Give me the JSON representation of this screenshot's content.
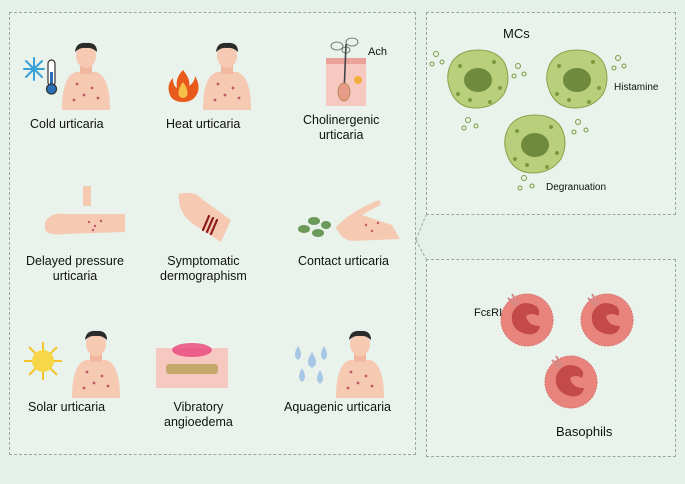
{
  "urticaria_types": {
    "cold": "Cold urticaria",
    "heat": "Heat urticaria",
    "cholinergic": [
      "Cholinergenic",
      "urticaria"
    ],
    "delayed_pressure": [
      "Delayed pressure",
      "urticaria"
    ],
    "dermographism": [
      "Symptomatic",
      "dermographism"
    ],
    "contact": "Contact urticaria",
    "solar": "Solar urticaria",
    "vibratory": [
      "Vibratory",
      "angioedema"
    ],
    "aquagenic": "Aquagenic urticaria"
  },
  "annotations": {
    "ach": "Ach",
    "mcs": "MCs",
    "histamine": "Histamine",
    "degranuation": "Degranuation",
    "fceri": "FcεRI",
    "basophils": "Basophils"
  },
  "icons": [
    "snowflake-thermometer-icon",
    "flame-icon",
    "skin-follicle-icon",
    "pressed-arm-icon",
    "scratched-wrist-icon",
    "plant-hand-icon",
    "sun-icon",
    "vibration-skin-icon",
    "water-drops-icon",
    "person-torso-icon",
    "mast-cell-icon",
    "basophil-icon"
  ],
  "colors": {
    "background": "#e6f0ea",
    "skin": "#f6c9b3",
    "rash": "#c05a6a",
    "mast_cell": "#b9cf7c",
    "nucleus": "#6f8a3c",
    "basophil": "#e9847c",
    "basophil_nucleus": "#c44a4a"
  }
}
